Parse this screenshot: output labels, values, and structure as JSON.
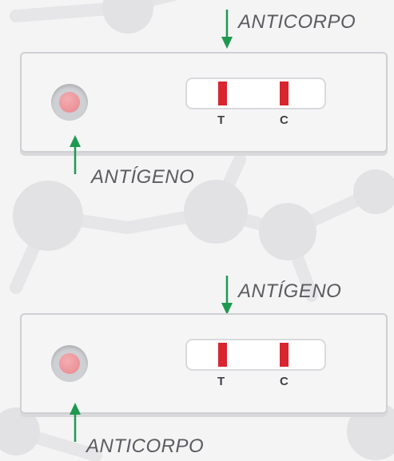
{
  "colors": {
    "arrow": "#1e9a50",
    "band": "#d8252f",
    "sample": "#e8868d"
  },
  "panels": [
    {
      "label_top": "ANTICORPO",
      "label_bottom": "ANTÍGENO",
      "line_t": "T",
      "line_c": "C"
    },
    {
      "label_top": "ANTÍGENO",
      "label_bottom": "ANTICORPO",
      "line_t": "T",
      "line_c": "C"
    }
  ]
}
